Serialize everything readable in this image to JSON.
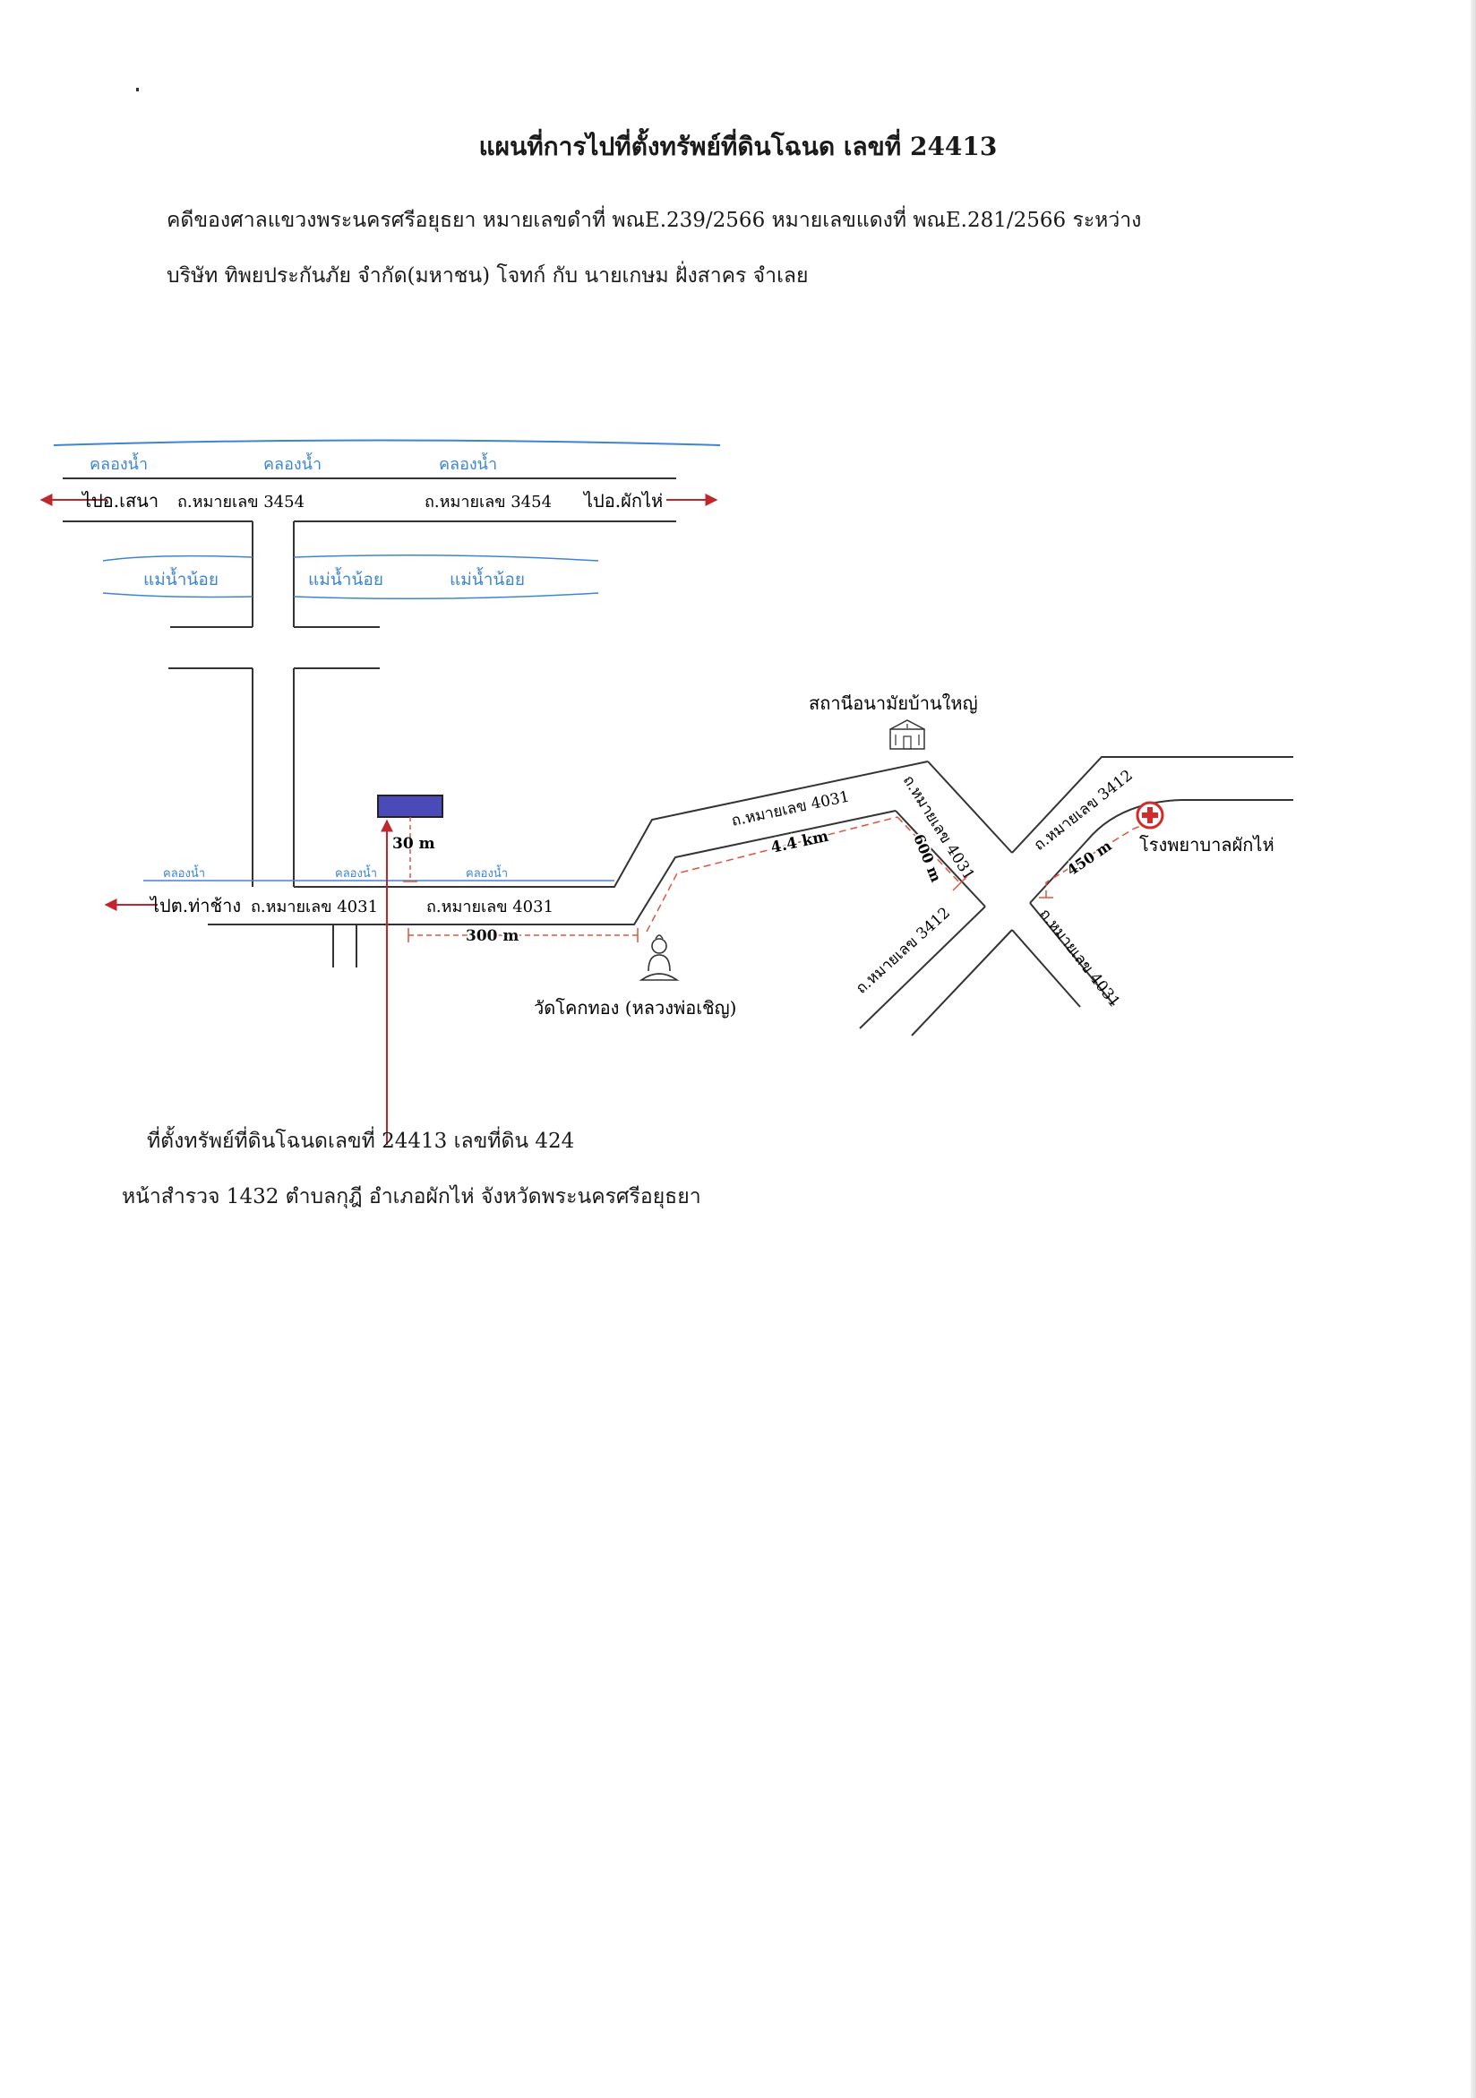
{
  "title": "แผนที่การไปที่ตั้งทรัพย์ที่ดินโฉนด เลขที่ 24413",
  "case_line_1": "คดีของศาลแขวงพระนครศรีอยุธยา หมายเลขดำที่ พณE.239/2566 หมายเลขแดงที่ พณE.281/2566  ระหว่าง",
  "case_line_2": "บริษัท ทิพยประกันภัย จำกัด(มหาชน) โจทก์ กับ นายเกษม  ฝั่งสาคร  จำเลย",
  "map": {
    "canal_label": "คลองน้ำ",
    "river_label": "แม่น้ำน้อย",
    "road_3454": "ถ.หมายเลข 3454",
    "road_4031": "ถ.หมายเลข 4031",
    "road_3412": "ถ.หมายเลข 3412",
    "to_sena": "ไปอ.เสนา",
    "to_phakhai": "ไปอ.ผักไห่",
    "to_thachang": "ไปต.ท่าช้าง",
    "health_station": "สถานีอนามัยบ้านใหญ่",
    "temple": "วัดโคกทอง (หลวงพ่อเชิญ)",
    "hospital": "โรงพยาบาลผักไห่",
    "dist_30": "30 m",
    "dist_300": "300 m",
    "dist_44": "4.4 km",
    "dist_600": "600 m",
    "dist_450": "450 m",
    "icons": [
      "health-station-icon",
      "temple-buddha-icon",
      "hospital-cross-icon",
      "property-marker"
    ],
    "colors": {
      "canal": "#3d85d1",
      "route": "#e0533b",
      "arrow": "#c0272d",
      "property": "#4a4ab8"
    }
  },
  "location_line_1": "ที่ตั้งทรัพย์ที่ดินโฉนดเลขที่ 24413 เลขที่ดิน 424",
  "location_line_2": "หน้าสำรวจ 1432 ตำบลกุฎี  อำเภอผักไห่ จังหวัดพระนครศรีอยุธยา"
}
